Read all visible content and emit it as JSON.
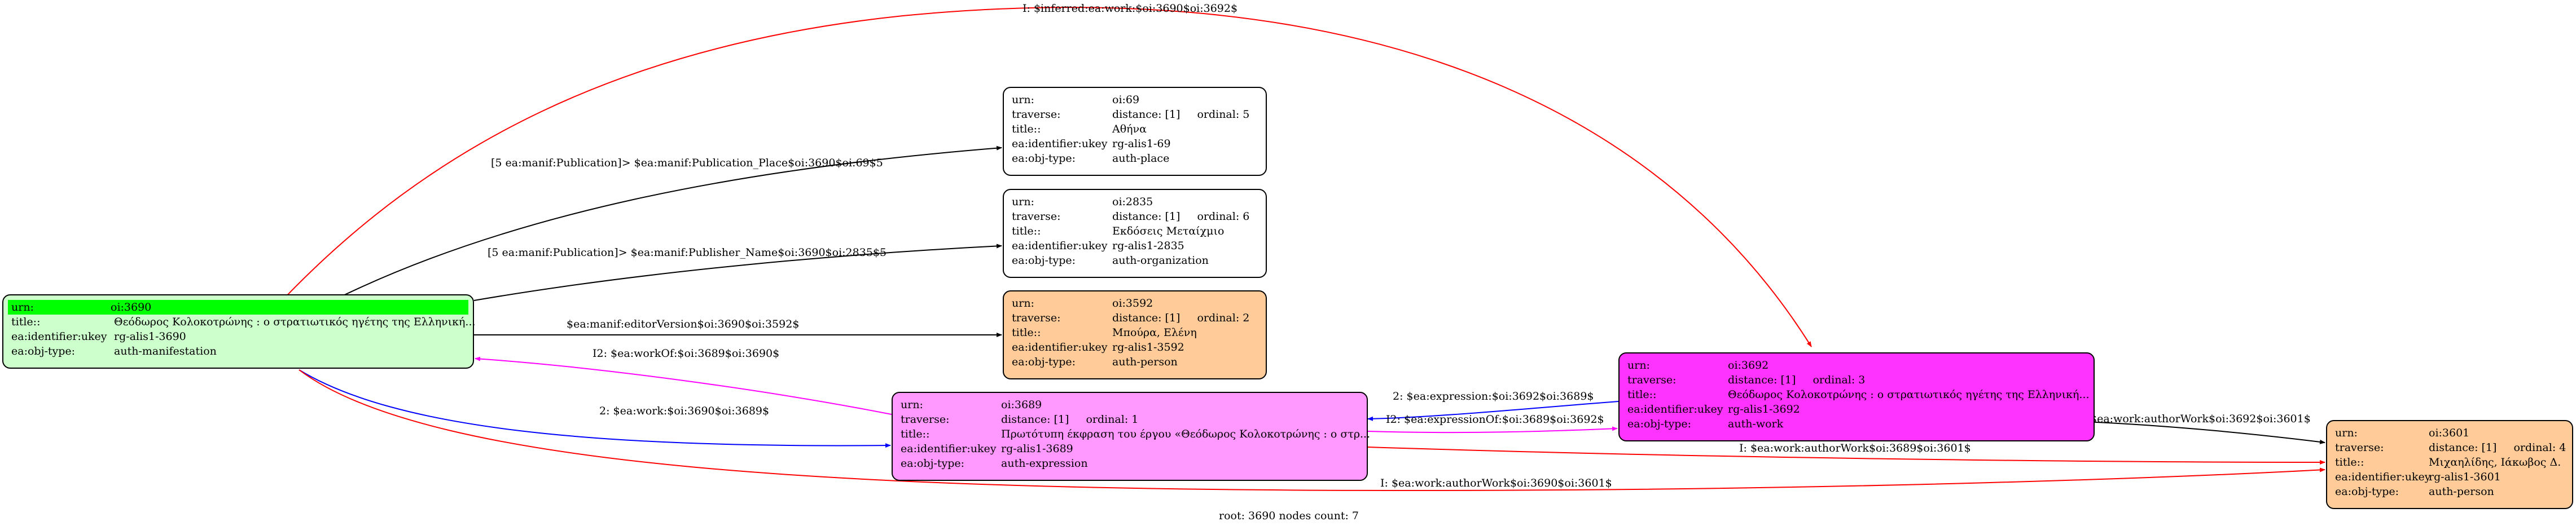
{
  "nodes": {
    "oi3690": {
      "fill": "#ccffcc",
      "rows": [
        {
          "k": "urn:",
          "v": "oi:3690"
        },
        {
          "k": "title::",
          "v": "Θεόδωρος Κολοκοτρώνης : ο στρατιωτικός ηγέτης της Ελληνική..."
        },
        {
          "k": "ea:identifier:ukey",
          "v": "rg-alis1-3690"
        },
        {
          "k": "ea:obj-type:",
          "v": "auth-manifestation"
        }
      ]
    },
    "oi69": {
      "fill": "#ffffff",
      "rows": [
        {
          "k": "urn:",
          "v": "oi:69"
        },
        {
          "k": "traverse:",
          "v": "distance: [1]",
          "ord": "ordinal: 5"
        },
        {
          "k": "title::",
          "v": "Αθήνα"
        },
        {
          "k": "ea:identifier:ukey",
          "v": "rg-alis1-69"
        },
        {
          "k": "ea:obj-type:",
          "v": "auth-place"
        }
      ]
    },
    "oi2835": {
      "fill": "#ffffff",
      "rows": [
        {
          "k": "urn:",
          "v": "oi:2835"
        },
        {
          "k": "traverse:",
          "v": "distance: [1]",
          "ord": "ordinal: 6"
        },
        {
          "k": "title::",
          "v": "Εκδόσεις Μεταίχμιο"
        },
        {
          "k": "ea:identifier:ukey",
          "v": "rg-alis1-2835"
        },
        {
          "k": "ea:obj-type:",
          "v": "auth-organization"
        }
      ]
    },
    "oi3592": {
      "fill": "#ffcc99",
      "rows": [
        {
          "k": "urn:",
          "v": "oi:3592"
        },
        {
          "k": "traverse:",
          "v": "distance: [1]",
          "ord": "ordinal: 2"
        },
        {
          "k": "title::",
          "v": "Μπούρα, Ελένη"
        },
        {
          "k": "ea:identifier:ukey",
          "v": "rg-alis1-3592"
        },
        {
          "k": "ea:obj-type:",
          "v": "auth-person"
        }
      ]
    },
    "oi3689": {
      "fill": "#ff99ff",
      "rows": [
        {
          "k": "urn:",
          "v": "oi:3689"
        },
        {
          "k": "traverse:",
          "v": "distance: [1]",
          "ord": "ordinal: 1"
        },
        {
          "k": "title::",
          "v": "Πρωτότυπη έκφραση του έργου «Θεόδωρος Κολοκοτρώνης : ο στρ..."
        },
        {
          "k": "ea:identifier:ukey",
          "v": "rg-alis1-3689"
        },
        {
          "k": "ea:obj-type:",
          "v": "auth-expression"
        }
      ]
    },
    "oi3692": {
      "fill": "#ff33ff",
      "rows": [
        {
          "k": "urn:",
          "v": "oi:3692"
        },
        {
          "k": "traverse:",
          "v": "distance: [1]",
          "ord": "ordinal: 3"
        },
        {
          "k": "title::",
          "v": "Θεόδωρος Κολοκοτρώνης : ο στρατιωτικός ηγέτης της Ελληνική..."
        },
        {
          "k": "ea:identifier:ukey",
          "v": "rg-alis1-3692"
        },
        {
          "k": "ea:obj-type:",
          "v": "auth-work"
        }
      ]
    },
    "oi3601": {
      "fill": "#ffcc99",
      "rows": [
        {
          "k": "urn:",
          "v": "oi:3601"
        },
        {
          "k": "traverse:",
          "v": "distance: [1]",
          "ord": "ordinal: 4"
        },
        {
          "k": "title::",
          "v": "Μιχαηλίδης, Ιάκωβος Δ."
        },
        {
          "k": "ea:identifier:ukey",
          "v": "rg-alis1-3601"
        },
        {
          "k": "ea:obj-type:",
          "v": "auth-person"
        }
      ]
    }
  },
  "highlight_row_color": "#00ff00",
  "edges": {
    "inferred_work": "I: $inferred:ea:work:$oi:3690$oi:3692$",
    "publication_place": "[5 ea:manif:Publication]> $ea:manif:Publication_Place$oi:3690$oi:69$5",
    "publisher_name": "[5 ea:manif:Publication]> $ea:manif:Publisher_Name$oi:3690$oi:2835$5",
    "editor_version": "$ea:manif:editorVersion$oi:3690$oi:3592$",
    "work_of": "I2: $ea:workOf:$oi:3689$oi:3690$",
    "work": "2: $ea:work:$oi:3690$oi:3689$",
    "expression": "2: $ea:expression:$oi:3692$oi:3689$",
    "expression_of": "I2: $ea:expressionOf:$oi:3689$oi:3692$",
    "author_work_3692": "$ea:work:authorWork$oi:3692$oi:3601$",
    "author_work_3689": "I: $ea:work:authorWork$oi:3689$oi:3601$",
    "author_work_3690": "I: $ea:work:authorWork$oi:3690$oi:3601$"
  },
  "edge_colors": {
    "black": "#000000",
    "red": "#ff0000",
    "blue": "#0000ff",
    "magenta": "#ff00ff"
  },
  "footer": "root: 3690 nodes count: 7"
}
